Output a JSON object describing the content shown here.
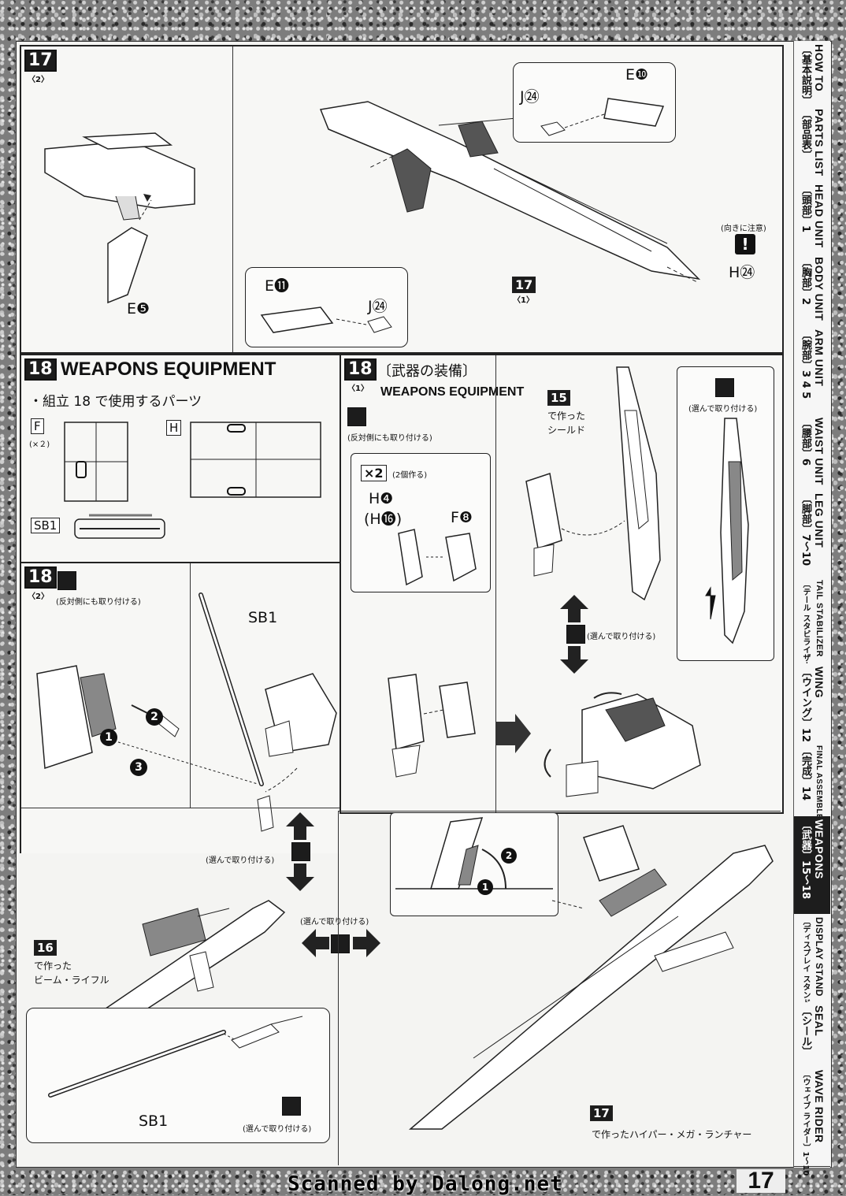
{
  "page_number": "17",
  "footer_credit": "Scanned by Dalong.net",
  "nav": [
    {
      "jp": "〔基本説明〕",
      "en": "HOW TO"
    },
    {
      "jp": "〔部品表〕",
      "en": "PARTS LIST"
    },
    {
      "jp": "〔頭部〕1",
      "en": "HEAD UNIT"
    },
    {
      "jp": "〔胸部〕2",
      "en": "BODY UNIT"
    },
    {
      "jp": "〔腕部〕3 4 5",
      "en": "ARM UNIT"
    },
    {
      "jp": "〔腰部〕6",
      "en": "WAIST UNIT"
    },
    {
      "jp": "〔脚部〕7〜10",
      "en": "LEG UNIT"
    },
    {
      "jp": "〔テール スタビライザー〕11",
      "en": "TAIL STABILIZER"
    },
    {
      "jp": "〔ウイング〕12 13",
      "en": "WING"
    },
    {
      "jp": "〔完成〕14",
      "en": "FINAL ASSEMBLE"
    },
    {
      "jp": "〔武器〕15〜18",
      "en": "WEAPONS"
    },
    {
      "jp": "〔ディスプレイ スタンド〕19",
      "en": "DISPLAY STAND"
    },
    {
      "jp": "〔シール〕",
      "en": "SEAL"
    },
    {
      "jp": "〔ウェイブ ライダー〕1〜10",
      "en": "WAVE RIDER"
    }
  ],
  "step17": {
    "number": "17",
    "sub": "〈2〉",
    "part_e5": "E❺",
    "part_e10": "E❿",
    "part_e11": "E⓫",
    "part_j24a": "J㉔",
    "part_j24b": "J㉔",
    "part_h24": "H㉔",
    "caution": "(向きに注意)",
    "ref_num": "17",
    "ref_sub": "〈1〉"
  },
  "step18": {
    "number": "18",
    "title": "WEAPONS EQUIPMENT",
    "parts_used": "・組立 18 で使用するパーツ",
    "runner_f": "F",
    "runner_f_qty": "(×２)",
    "runner_h": "H",
    "runner_sb1": "SB1"
  },
  "step18_1": {
    "number": "18",
    "sub": "〈1〉",
    "title_jp": "〔武器の装備〕",
    "title_en": "WEAPONS EQUIPMENT",
    "other_side": "(反対側にも取り付ける)",
    "qty": "×2",
    "qty_note": "(2個作る)",
    "part_h4": "H❹",
    "part_h16": "(H⓰)",
    "part_f8": "F❽",
    "shield_ref": "15",
    "shield_text1": "で作った",
    "shield_text2": "シールド",
    "choose_a": "(選んで取り付ける)",
    "choose_b": "(選んで取り付ける)"
  },
  "step18_2": {
    "number": "18",
    "sub": "〈2〉",
    "other_side": "(反対側にも取り付ける)",
    "sb1_top": "SB1",
    "sb1_bottom": "SB1",
    "choose_a": "(選んで取り付ける)",
    "choose_b": "(選んで取り付ける)",
    "choose_c": "(選んで取り付ける)",
    "rifle_ref": "16",
    "rifle_text1": "で作った",
    "rifle_text2": "ビーム・ライフル",
    "launcher_ref": "17",
    "launcher_text": "で作ったハイパー・メガ・ランチャー",
    "seq1": "1",
    "seq2": "2",
    "seq3": "3",
    "seqb1": "1",
    "seqb2": "2"
  }
}
